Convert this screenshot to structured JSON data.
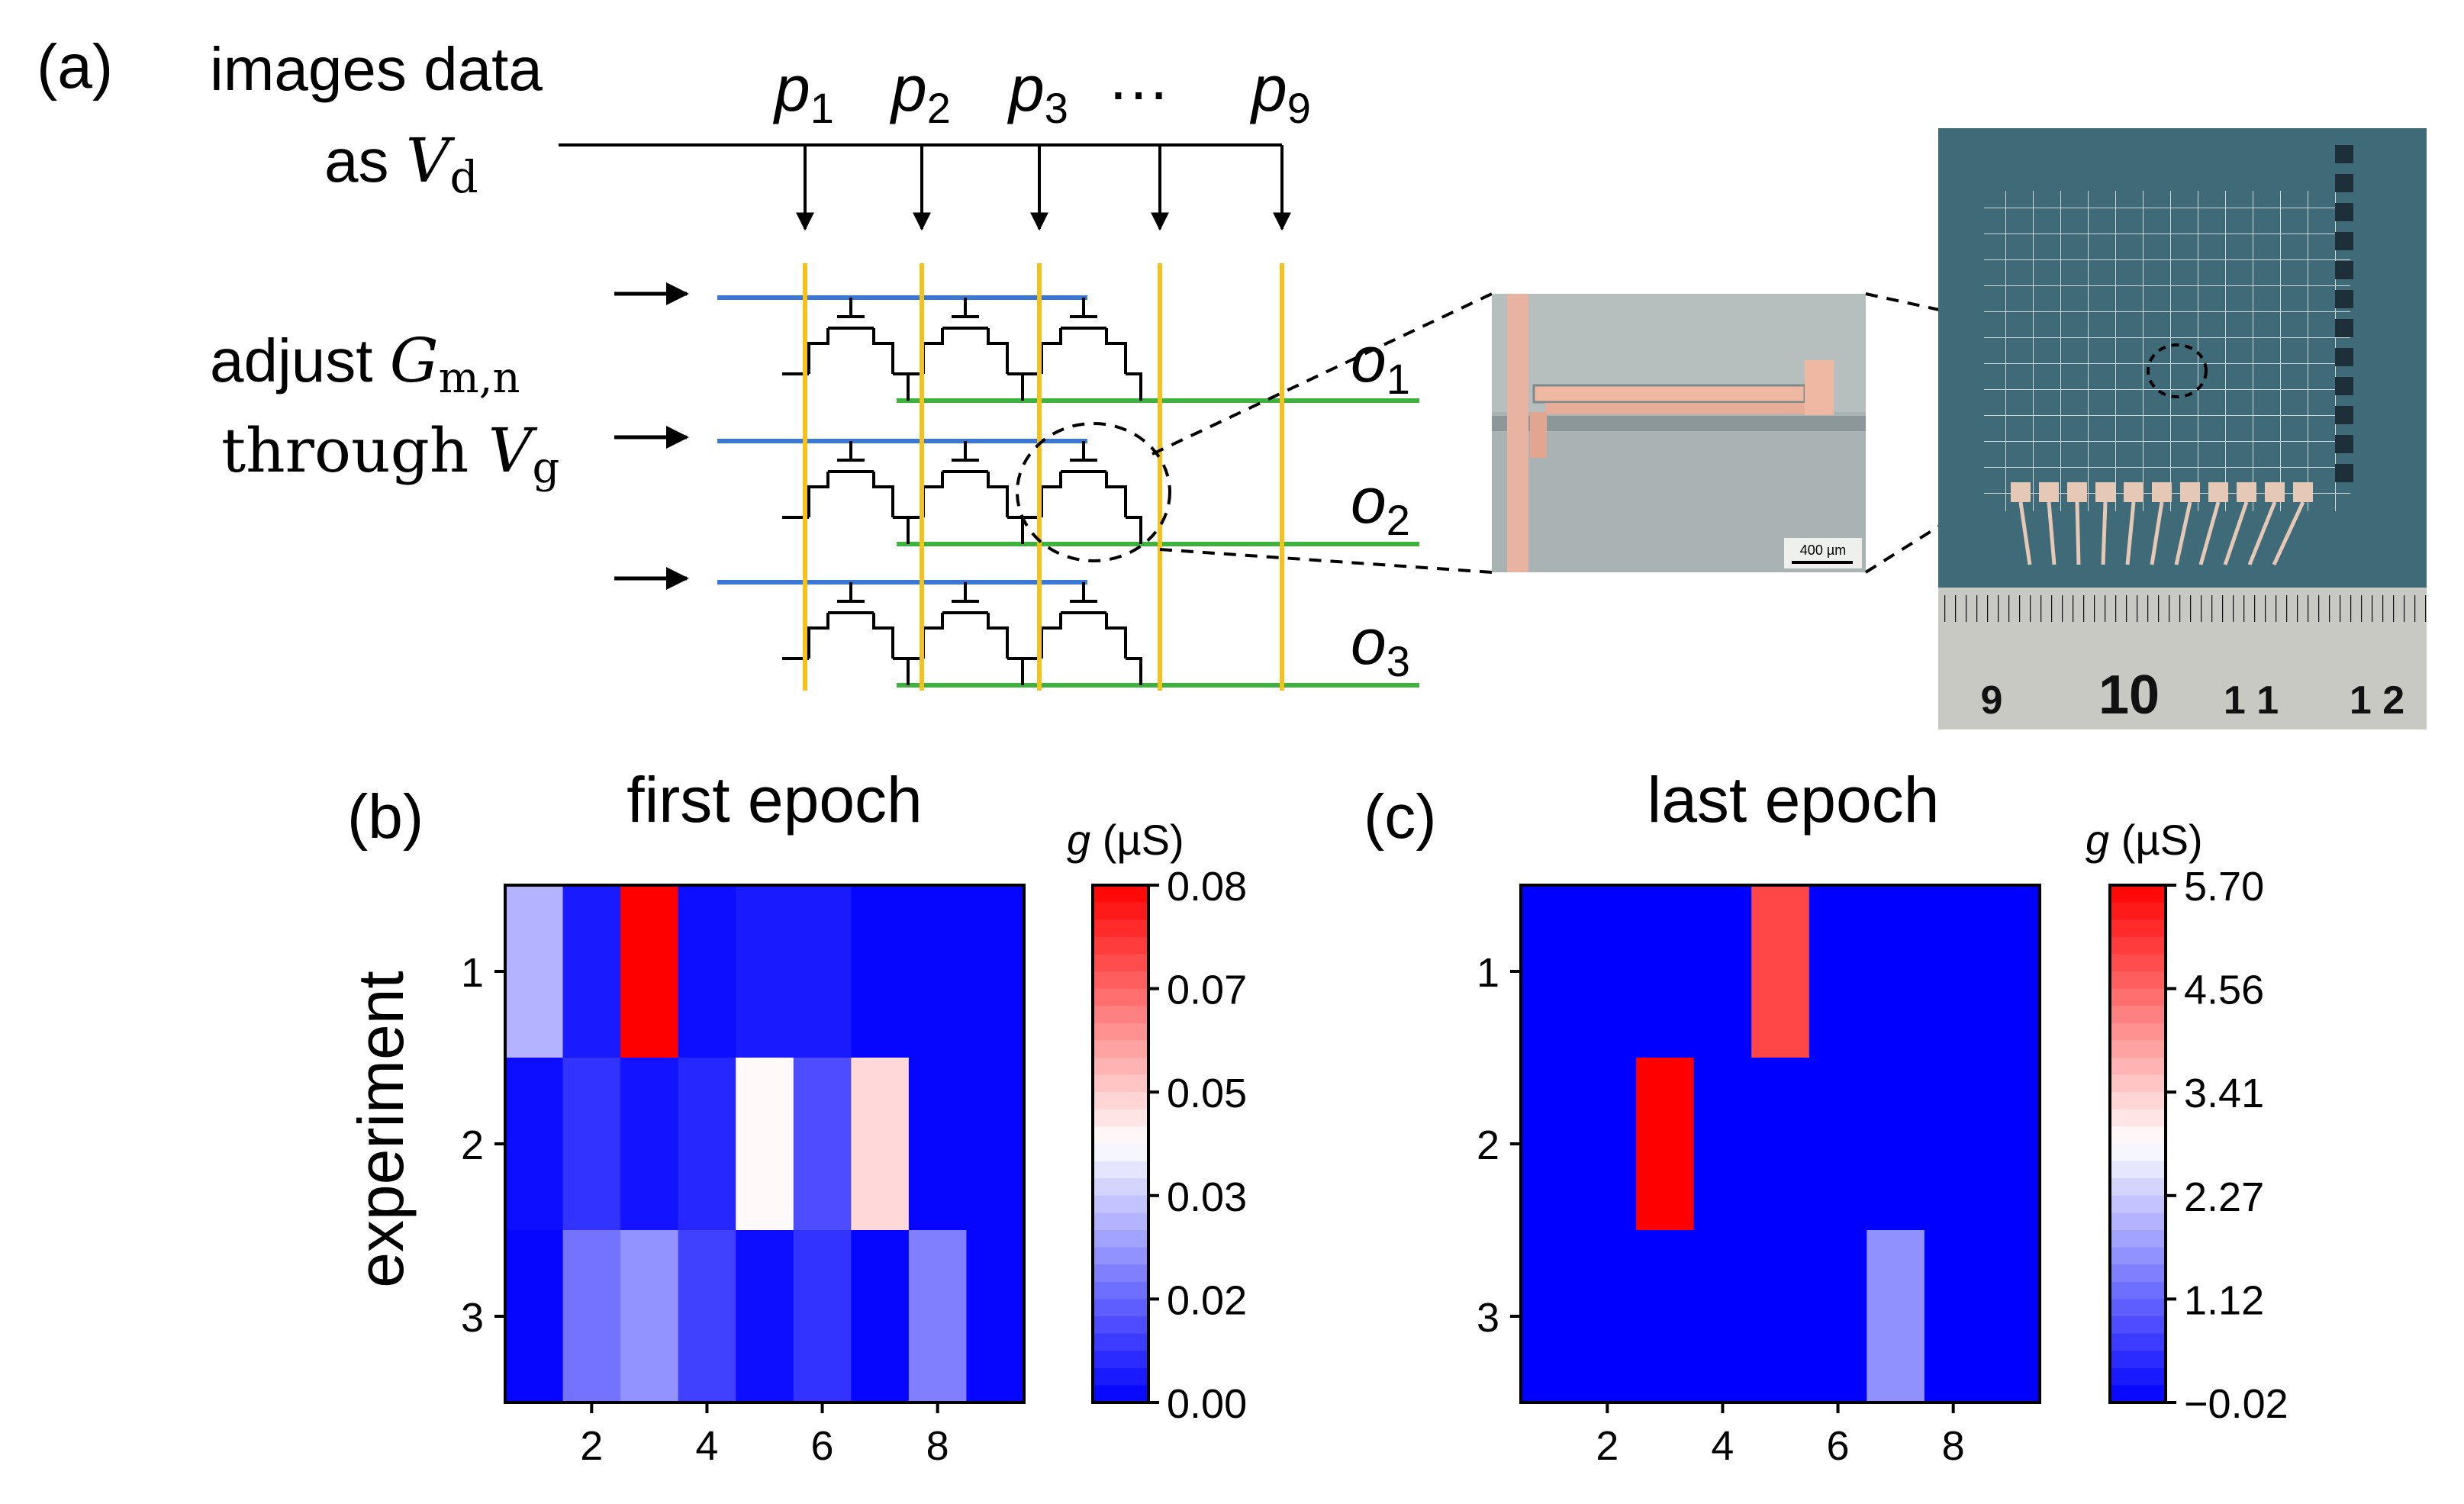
{
  "panel_a": {
    "panel_label": "(a)",
    "input_label_line1": "images data",
    "input_label_line2_prefix": "as ",
    "input_label_var": "V",
    "input_label_sub": "d",
    "adjust_line1_prefix": "adjust ",
    "adjust_var": "G",
    "adjust_sub": "m,n",
    "adjust_line2_prefix": "through ",
    "adjust_line2_var": "V",
    "adjust_line2_sub": "g",
    "columns": [
      {
        "letter": "p",
        "sub": "1"
      },
      {
        "letter": "p",
        "sub": "2"
      },
      {
        "letter": "p",
        "sub": "3"
      },
      {
        "letter": "…",
        "sub": ""
      },
      {
        "letter": "p",
        "sub": "9"
      }
    ],
    "outputs": [
      {
        "letter": "o",
        "sub": "1"
      },
      {
        "letter": "o",
        "sub": "2"
      },
      {
        "letter": "o",
        "sub": "3"
      }
    ],
    "micrograph_scale": "400 µm",
    "ruler_numbers": [
      "9",
      "10",
      "1 1",
      "1 2"
    ],
    "colors": {
      "row_line": "#3a78d8",
      "column_line": "#f5c21b",
      "output_line": "#3db33d"
    }
  },
  "chart_data": [
    {
      "panel_label": "(b)",
      "type": "heatmap",
      "title": "first epoch",
      "ylabel": "experiment",
      "xlabel": "",
      "x_ticks": [
        2,
        4,
        6,
        8
      ],
      "y_ticks": [
        1,
        2,
        3
      ],
      "x": [
        1,
        2,
        3,
        4,
        5,
        6,
        7,
        8,
        9
      ],
      "y": [
        1,
        2,
        3
      ],
      "values": [
        [
          0.028,
          0.004,
          0.08,
          0.002,
          0.004,
          0.004,
          0.001,
          0.001,
          0.001
        ],
        [
          0.002,
          0.008,
          0.003,
          0.006,
          0.041,
          0.012,
          0.046,
          0.001,
          0.001
        ],
        [
          0.001,
          0.018,
          0.023,
          0.01,
          0.002,
          0.008,
          0.001,
          0.02,
          0.001
        ]
      ],
      "colorbar": {
        "label_var": "g",
        "label_unit": " (µS)",
        "min": 0.0,
        "max": 0.08,
        "ticks": [
          "0.08",
          "0.07",
          "0.05",
          "0.03",
          "0.02",
          "0.00"
        ]
      },
      "colormap": {
        "low": "#0000ff",
        "mid": "#ffffff",
        "high": "#ff0000"
      }
    },
    {
      "panel_label": "(c)",
      "type": "heatmap",
      "title": "last epoch",
      "ylabel": "",
      "xlabel": "",
      "x_ticks": [
        2,
        4,
        6,
        8
      ],
      "y_ticks": [
        1,
        2,
        3
      ],
      "x": [
        1,
        2,
        3,
        4,
        5,
        6,
        7,
        8,
        9
      ],
      "y": [
        1,
        2,
        3
      ],
      "values": [
        [
          -0.02,
          -0.02,
          -0.02,
          -0.02,
          4.9,
          -0.02,
          -0.02,
          -0.02,
          -0.02
        ],
        [
          -0.02,
          -0.02,
          5.7,
          -0.02,
          -0.02,
          -0.02,
          -0.02,
          -0.02,
          -0.02
        ],
        [
          -0.02,
          -0.02,
          -0.02,
          -0.02,
          -0.02,
          -0.02,
          1.6,
          -0.02,
          -0.02
        ]
      ],
      "colorbar": {
        "label_var": "g",
        "label_unit": " (µS)",
        "min": -0.02,
        "max": 5.7,
        "ticks": [
          "5.70",
          "4.56",
          "3.41",
          "2.27",
          "1.12",
          "−0.02"
        ]
      },
      "colormap": {
        "low": "#0000ff",
        "mid": "#ffffff",
        "high": "#ff0000"
      }
    }
  ]
}
